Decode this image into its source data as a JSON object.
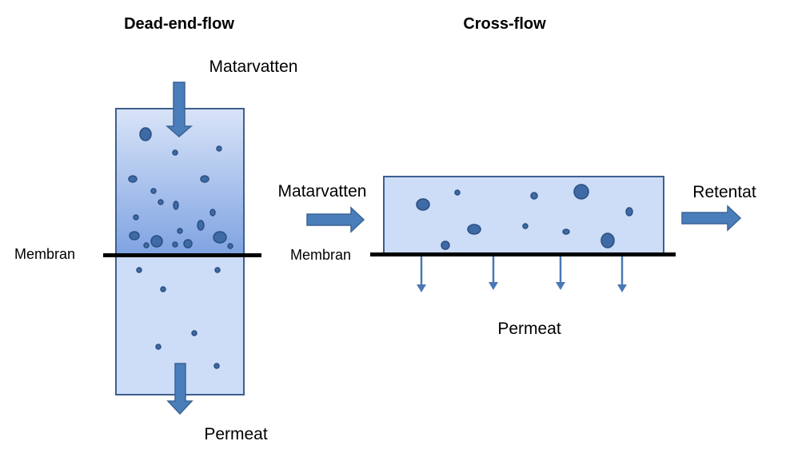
{
  "dead_end": {
    "title": "Dead-end-flow",
    "feed_label": "Matarvatten",
    "membrane_label": "Membran",
    "permeate_label": "Permeat"
  },
  "cross_flow": {
    "title": "Cross-flow",
    "feed_label": "Matarvatten",
    "membrane_label": "Membran",
    "retentate_label": "Retentat",
    "permeate_label": "Permeat"
  },
  "colors": {
    "tank_light": "#cddcf7",
    "tank_dark": "#7fa3e2",
    "arrow": "#4a7ebb",
    "particle": "#3e6aa6",
    "membrane": "#000000"
  }
}
